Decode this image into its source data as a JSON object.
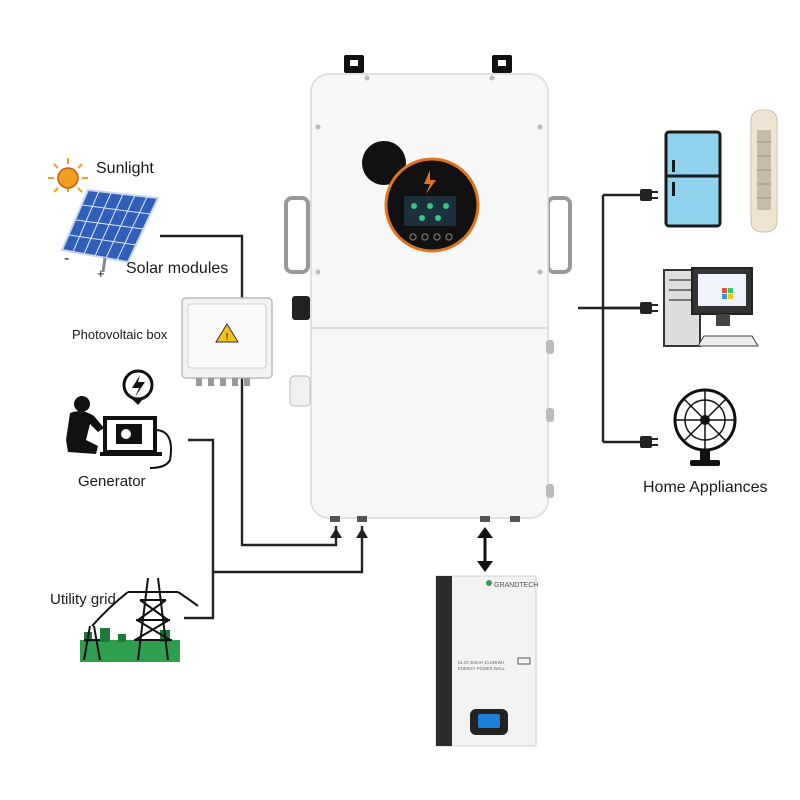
{
  "labels": {
    "sunlight": "Sunlight",
    "solar_modules": "Solar modules",
    "pv_box": "Photovoltaic box",
    "generator": "Generator",
    "utility_grid": "Utility grid",
    "home_appliances": "Home Appliances",
    "solar_minus": "-",
    "solar_plus": "+"
  },
  "battery": {
    "brand": "GRANDTECH",
    "model_line1": "51.2V 200AH 10.24KWH",
    "model_line2": "ENERGY POWER WALL"
  },
  "colors": {
    "wire": "#222222",
    "inverter_body": "#f7f7f7",
    "inverter_edge": "#d9d9d9",
    "display_ring": "#e0741f",
    "battery_side": "#2b2b2b",
    "fridge": "#8fd3ee",
    "grid_grass": "#2f9e4f",
    "sun": "#f0a020",
    "panel": "#2f5fb8"
  },
  "icons": {
    "sun": "sun-icon",
    "solar_panel": "solar-panel-icon",
    "pv_box": "junction-box-icon",
    "generator": "generator-icon",
    "pylon": "power-pylon-icon",
    "fridge": "refrigerator-icon",
    "air_conditioner": "tower-air-conditioner-icon",
    "computer": "desktop-computer-icon",
    "fan": "electric-fan-icon",
    "plug": "plug-icon",
    "arrow": "arrow-icon"
  }
}
